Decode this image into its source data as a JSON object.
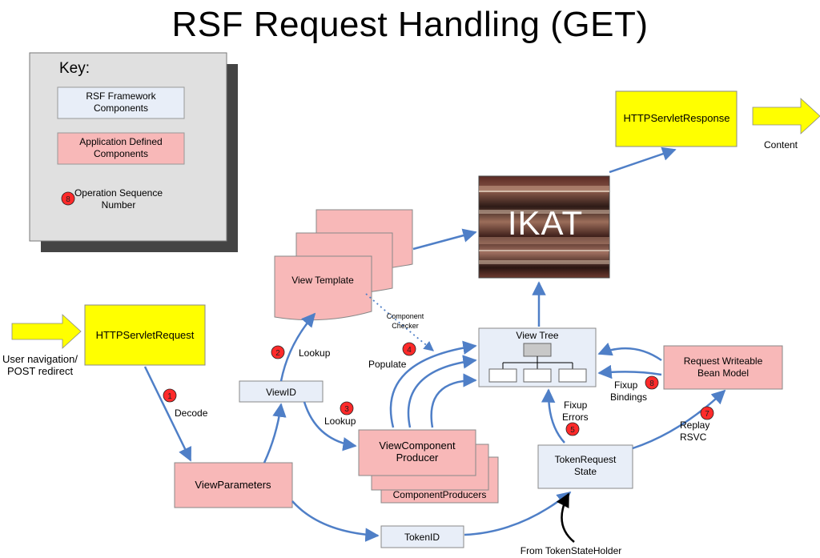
{
  "title": "RSF Request Handling (GET)",
  "key": {
    "heading": "Key:",
    "framework_label": [
      "RSF Framework",
      "Components"
    ],
    "app_label": [
      "Application Defined",
      "Components"
    ],
    "seq_badge": "8",
    "seq_label": [
      "Operation Sequence",
      "Number"
    ]
  },
  "nodes": {
    "http_request": "HTTPServletRequest",
    "http_response": "HTTPServletResponse",
    "view_template": "View Template",
    "ikat": "IKAT",
    "view_tree": "View Tree",
    "request_bean": [
      "Request Writeable",
      "Bean Model"
    ],
    "view_id": "ViewID",
    "vcp": [
      "ViewComponent",
      "Producer"
    ],
    "component_producers": "ComponentProducers",
    "view_parameters": "ViewParameters",
    "token_request_state": [
      "TokenRequest",
      "State"
    ],
    "token_id": "TokenID"
  },
  "labels": {
    "user_nav": [
      "User navigation/",
      "POST redirect"
    ],
    "content": "Content",
    "component_checker": [
      "Component",
      "Checker"
    ],
    "from_token_holder": "From TokenStateHolder"
  },
  "steps": [
    {
      "num": "1",
      "label": [
        "Decode"
      ]
    },
    {
      "num": "2",
      "label": [
        "Lookup"
      ]
    },
    {
      "num": "3",
      "label": [
        "Lookup"
      ]
    },
    {
      "num": "4",
      "label": [
        "Populate"
      ]
    },
    {
      "num": "5",
      "label": [
        "Fixup",
        "Errors"
      ]
    },
    {
      "num": "7",
      "label": [
        "Replay",
        "RSVC"
      ]
    },
    {
      "num": "8",
      "label": [
        "Fixup",
        "Bindings"
      ]
    }
  ],
  "colors": {
    "framework": "#e8eef8",
    "application": "#f8b8b8",
    "servlet": "#ffff00",
    "badge": "#ff2a2a",
    "arrow": "#4f7fc7"
  }
}
